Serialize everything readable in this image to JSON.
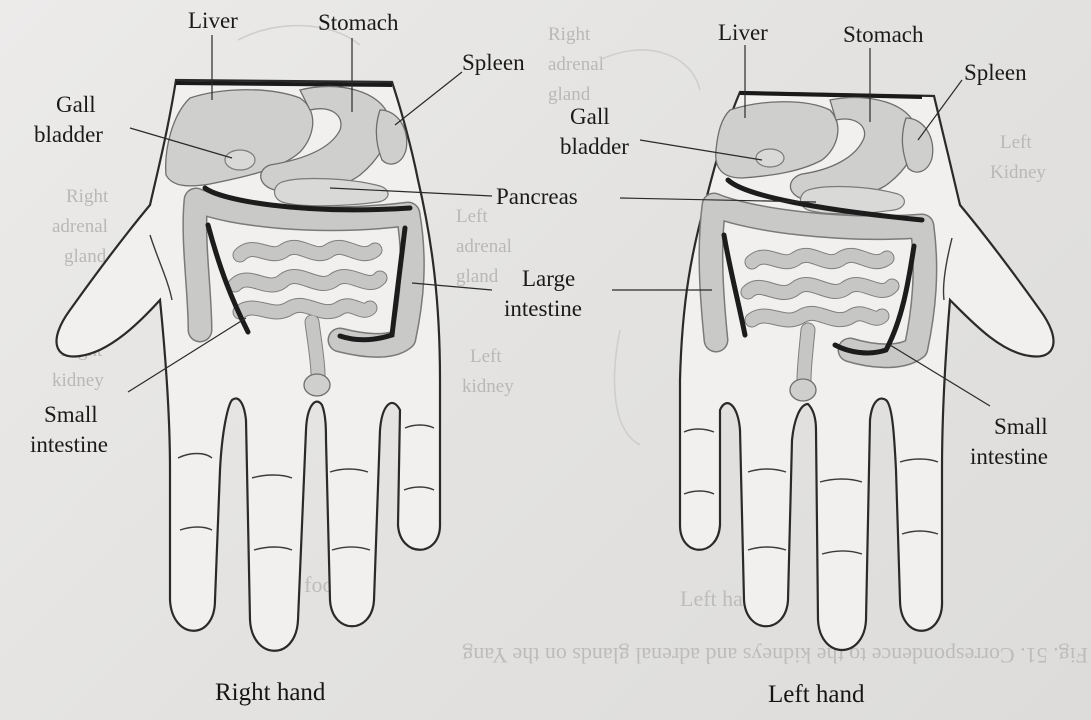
{
  "right_hand": {
    "caption": "Right hand",
    "labels": {
      "liver": "Liver",
      "stomach": "Stomach",
      "spleen": "Spleen",
      "gall_bladder_1": "Gall",
      "gall_bladder_2": "bladder",
      "pancreas": "Pancreas",
      "large_intestine_1": "Large",
      "large_intestine_2": "intestine",
      "small_intestine_1": "Small",
      "small_intestine_2": "intestine"
    }
  },
  "left_hand": {
    "caption": "Left hand",
    "labels": {
      "liver": "Liver",
      "stomach": "Stomach",
      "spleen": "Spleen",
      "gall_bladder_1": "Gall",
      "gall_bladder_2": "bladder",
      "small_intestine_1": "Small",
      "small_intestine_2": "intestine"
    }
  },
  "bleed_through": {
    "right_1": "Right",
    "adrenal_1": "adrenal",
    "gland_1": "gland",
    "right_kidney_1": "Right",
    "kidney_1": "kidney",
    "left_1": "Left",
    "adrenal_2": "adrenal",
    "gland_2": "gland",
    "left_kidney_1": "Left",
    "kidney_2": "kidney",
    "right_top_1": "Right",
    "adrenal_top": "adrenal",
    "gland_top": "gland",
    "left_top_kidney_1": "Left",
    "kidney_top": "Kidney",
    "left_foot": "Left foot",
    "left_hand_ghost": "Left hand",
    "figure_caption": "Fig. 51. Correspondence to the kidneys and adrenal glands on the Yang"
  },
  "colors": {
    "page": "#e6e5e3",
    "ink": "#1a1a1a",
    "organ_fill": "#cfcfcd",
    "ghost_text": "#b9b8b6"
  }
}
